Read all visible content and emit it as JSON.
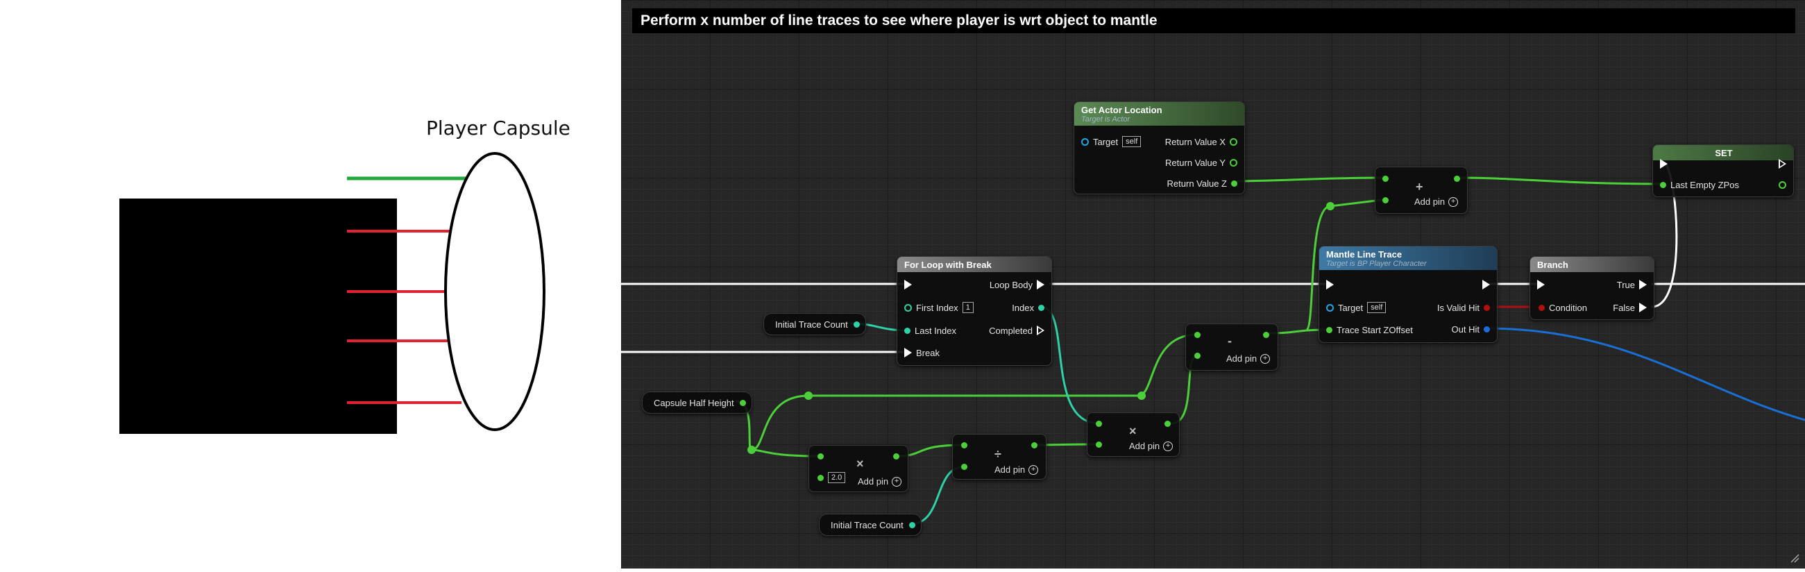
{
  "diagram": {
    "capsule_label": "Player Capsule"
  },
  "comment": {
    "title": "Perform x number of line traces to see where player is wrt object to mantle"
  },
  "nodes": {
    "get_actor_location": {
      "title": "Get Actor Location",
      "subtitle": "Target is Actor",
      "target_label": "Target",
      "target_value": "self",
      "out_x": "Return Value X",
      "out_y": "Return Value Y",
      "out_z": "Return Value Z"
    },
    "set": {
      "title": "SET",
      "var_label": "Last Empty ZPos"
    },
    "add_top": {
      "op": "+",
      "addpin": "Add pin"
    },
    "for_loop": {
      "title": "For Loop with Break",
      "loop_body": "Loop Body",
      "first_index": "First Index",
      "first_index_value": "1",
      "index": "Index",
      "last_index": "Last Index",
      "completed": "Completed",
      "break": "Break"
    },
    "mantle_trace": {
      "title": "Mantle Line Trace",
      "subtitle": "Target is BP Player Character",
      "target_label": "Target",
      "target_value": "self",
      "is_valid_hit": "Is Valid Hit",
      "trace_start": "Trace Start ZOffset",
      "out_hit": "Out Hit"
    },
    "branch": {
      "title": "Branch",
      "condition": "Condition",
      "true_label": "True",
      "false_label": "False"
    },
    "subtract": {
      "op": "-",
      "addpin": "Add pin"
    },
    "multiply_mid": {
      "op": "×",
      "addpin": "Add pin"
    },
    "multiply_left": {
      "op": "×",
      "value": "2.0",
      "addpin": "Add pin"
    },
    "divide": {
      "op": "÷",
      "addpin": "Add pin"
    }
  },
  "variables": {
    "initial_trace_count_top": "Initial Trace Count",
    "capsule_half_height": "Capsule Half Height",
    "initial_trace_count_bottom": "Initial Trace Count"
  },
  "colors": {
    "float_pin": "#4cd039",
    "int_pin": "#2fd2a6",
    "bool_pin": "#b01010",
    "struct_pin": "#1a6fd6",
    "exec": "#ffffff",
    "object_pin": "#21a6e6"
  }
}
